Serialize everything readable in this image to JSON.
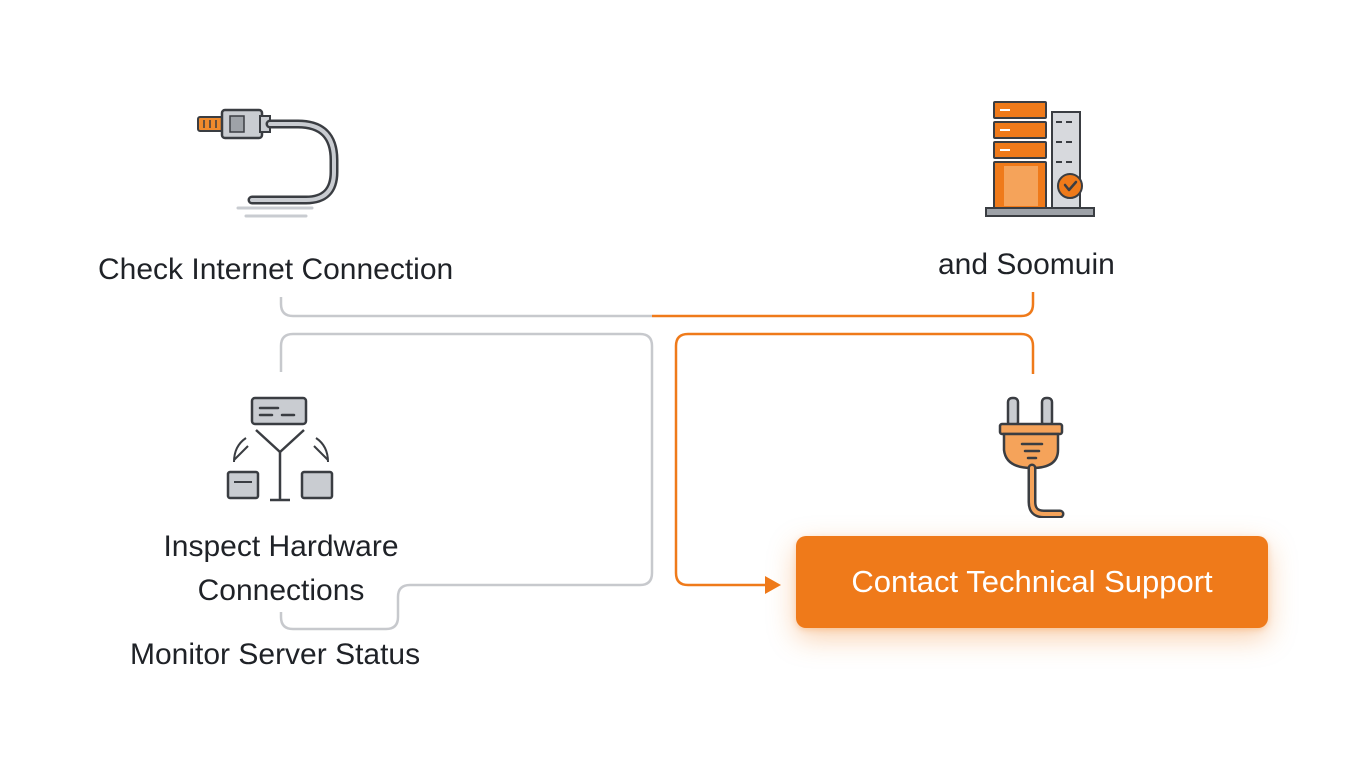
{
  "diagram": {
    "nodes": [
      {
        "id": "check-internet",
        "label": "Check Internet Connection",
        "icon": "ethernet-cable-icon"
      },
      {
        "id": "server",
        "label": "and Soomuin",
        "icon": "server-rack-icon"
      },
      {
        "id": "inspect-hardware",
        "label_line1": "Inspect Hardware",
        "label_line2": "Connections",
        "icon": "network-hierarchy-icon"
      },
      {
        "id": "monitor-server",
        "label": "Monitor Server Status"
      },
      {
        "id": "power",
        "icon": "power-plug-icon"
      }
    ],
    "cta": {
      "label": "Contact Technical Support"
    }
  },
  "colors": {
    "accent": "#ef7a1a",
    "connector_gray": "#c7c9cd",
    "text": "#1f2227",
    "icon_stroke": "#3a3d42",
    "icon_gray_fill": "#c9ccd1"
  }
}
